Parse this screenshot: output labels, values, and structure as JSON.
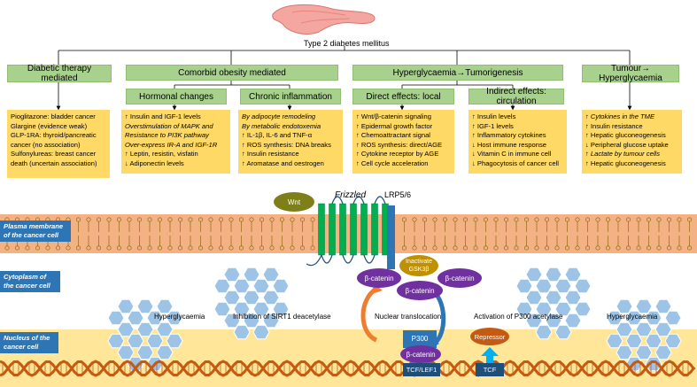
{
  "title": "Type 2 diabetes mellitus",
  "categories": {
    "diabetic_therapy": "Diabetic therapy mediated",
    "comorbid_obesity": "Comorbid obesity mediated",
    "hyperglycaemia_tumorigenesis": "Hyperglycaemia→Tumorigenesis",
    "tumour_hyperglycaemia": "Tumour→ Hyperglycaemia"
  },
  "subcategories": {
    "hormonal": "Hormonal changes",
    "inflammation": "Chronic inflammation",
    "direct": "Direct effects: local",
    "indirect": "Indirect effects: circulation"
  },
  "lists": {
    "therapy": [
      "Pioglitazone: bladder cancer",
      "Glargine (evidence weak)",
      "GLP-1RA: thyroid/pancreatic",
      "cancer (no association)",
      "Sulfonylureas: breast cancer",
      "death (uncertain association)"
    ],
    "hormonal": [
      "↑ Insulin and IGF-1 levels",
      "Overstimulation of MAPK and",
      "Resistance to PI3K pathway",
      "Over-express IR-A and IGF-1R",
      "↑ Leptin, resistin, visfatin",
      "↓ Adiponectin levels"
    ],
    "inflammation": [
      "By adipocyte remodeling",
      "By metabolic endotoxemia",
      "↑ IL-1β, IL-6 and TNF-α",
      "↑ ROS synthesis: DNA breaks",
      "↑ Insulin resistance",
      "↑ Aromatase and oestrogen"
    ],
    "direct": [
      "↑ Wnt/β-catenin signaling",
      "↑ Epidermal growth factor",
      "↑ Chemoattractant signal",
      "↑ ROS synthesis: direct/AGE",
      "↑ Cytokine receptor by AGE",
      "↑ Cell cycle acceleration"
    ],
    "indirect": [
      "↑ Insulin levels",
      "↑ IGF-1 levels",
      "↑ Inflammatory cytokines",
      "↓ Host immune response",
      "↓ Vitamin C in immune cell",
      "↓ Phagocytosis of cancer cell"
    ],
    "tumour": [
      "↑ Cytokines in the TME",
      "↑ Insulin resistance",
      "↑ Hepatic gluconeogenesis",
      "↓ Peripheral glucose uptake",
      "↑ Lactate by tumour cells",
      "↑ Hepatic gluconeogenesis"
    ]
  },
  "cell_labels": {
    "membrane": "Plasma membrane of the cancer cell",
    "cytoplasm": "Cytoplasm of the cancer cell",
    "nucleus": "Nucleus of the cancer cell"
  },
  "molecules": {
    "wnt": "Wnt",
    "frizzled": "Frizzled",
    "lrp": "LRP5/6",
    "gsk": "Inactivate GSK3β",
    "bcat": "β-catenin",
    "p300": "P300",
    "tcf_lef": "TCF/LEF1",
    "repressor": "Repressor",
    "tcf": "TCF"
  },
  "annotations": {
    "hyper_left": "Hyperglycaemia",
    "sirt1": "Inhibition of SIRT1 deacetylase",
    "translocation": "Nuclear translocation",
    "p300_act": "Activation of P300 acetylase",
    "hyper_right": "Hyperglycaemia"
  },
  "colors": {
    "green_box": "#a9d18e",
    "yellow_box": "#ffd966",
    "membrane": "#f4b183",
    "nucleus": "#ffe699",
    "label_blue": "#2e75b6",
    "purple": "#7030a0",
    "receptor_green": "#00b050",
    "hexagon": "#9dc3e6",
    "orange": "#ed7d31"
  }
}
